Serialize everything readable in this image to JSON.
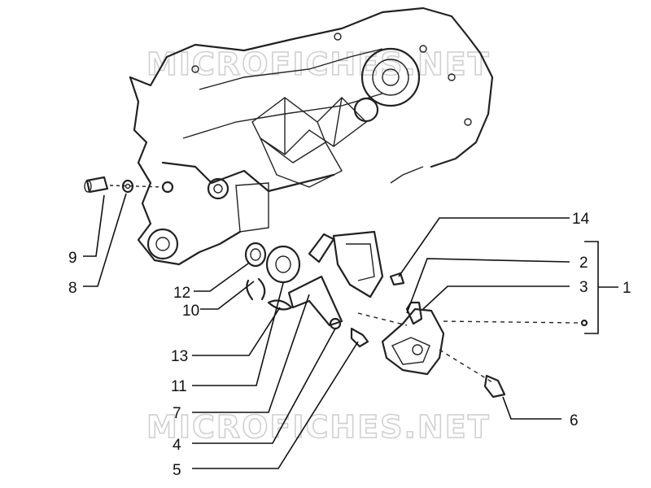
{
  "watermark": "MICROFICHES.NET",
  "callouts": [
    {
      "id": "1"
    },
    {
      "id": "2"
    },
    {
      "id": "3"
    },
    {
      "id": "4"
    },
    {
      "id": "5"
    },
    {
      "id": "6"
    },
    {
      "id": "7"
    },
    {
      "id": "8"
    },
    {
      "id": "9"
    },
    {
      "id": "10"
    },
    {
      "id": "11"
    },
    {
      "id": "12"
    },
    {
      "id": "13"
    },
    {
      "id": "14"
    }
  ]
}
